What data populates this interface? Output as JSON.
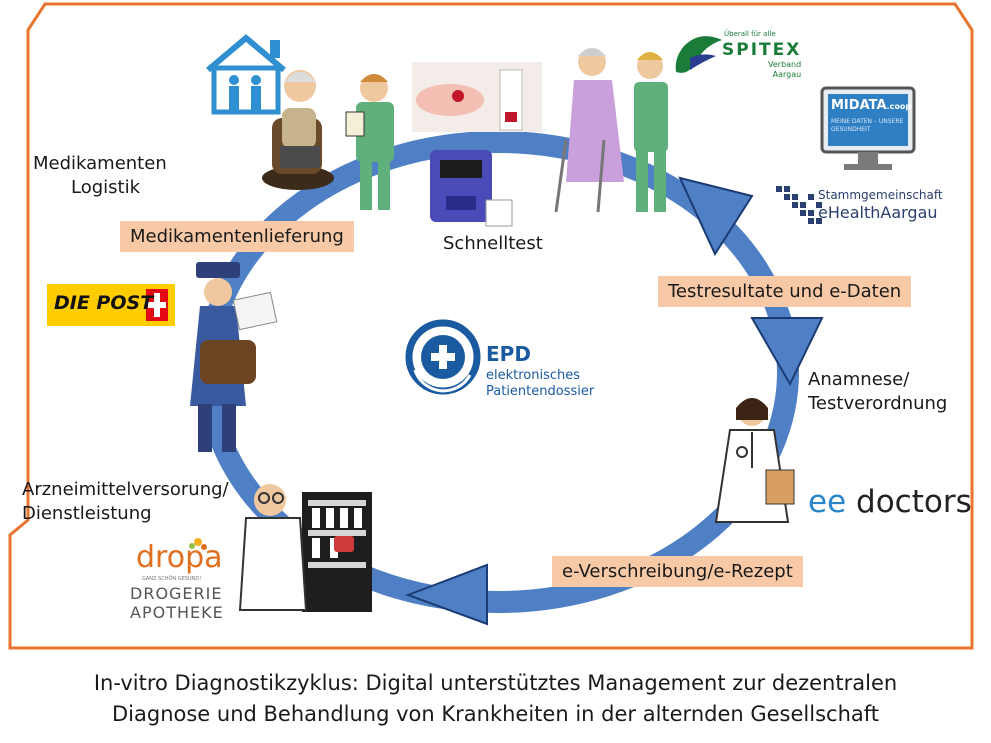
{
  "labels": {
    "medikamenten_logistik": [
      "Medikamenten",
      "Logistik"
    ],
    "medikamentenlieferung": "Medikamentenlieferung",
    "schnelltest": "Schnelltest",
    "testresultate": "Testresultate und e-Daten",
    "anamnese": [
      "Anamnese/",
      "Testverordnung"
    ],
    "e_verschreibung": "e-Verschreibung/e-Rezept",
    "arzneimittel": [
      "Arzneimittelversorung/",
      "Dienstleistung"
    ]
  },
  "logos": {
    "die_post": "DIE POST",
    "spitex_small": "Überall für alle",
    "spitex": "SPITEX",
    "spitex_sub": [
      "Verband",
      "Aargau"
    ],
    "midata": "MIDATA",
    "midata_coop": ".coop",
    "midata_sub": [
      "MEINE DATEN – UNSERE",
      "GESUNDHEIT"
    ],
    "ehealth_top": "Stammgemeinschaft",
    "ehealth_bottom": "eHealthAargau",
    "epd_title": "EPD",
    "epd_sub": [
      "elektronisches",
      "Patientendossier"
    ],
    "doctors_prefix": "ee",
    "doctors": "doctors",
    "dropa": "dropa",
    "dropa_tag": "GANZ SCHÖN GESUND!",
    "dropa_sub": [
      "DROGERIE",
      "APOTHEKE"
    ]
  },
  "caption": [
    "In-vitro Diagnostikzyklus: Digital unterstütztes Management zur dezentralen",
    "Diagnose und Behandlung von Krankheiten in der alternden Gesellschaft"
  ],
  "colors": {
    "frame": "#e8752e",
    "cycle": "#4f7fc4",
    "label_box": "#f7c9a6",
    "post_yellow": "#ffcc00",
    "post_red": "#e30613",
    "epd_blue": "#1a5aa0",
    "dropa_orange": "#e07020"
  },
  "icons": [
    "house-family-icon",
    "elderly-man-chair-icon",
    "nurse-clipboard-icon",
    "fingerprick-test-icon",
    "test-device-icon",
    "elderly-woman-walker-icon",
    "monitor-icon",
    "postman-icon",
    "doctor-icon",
    "pharmacist-icon"
  ]
}
